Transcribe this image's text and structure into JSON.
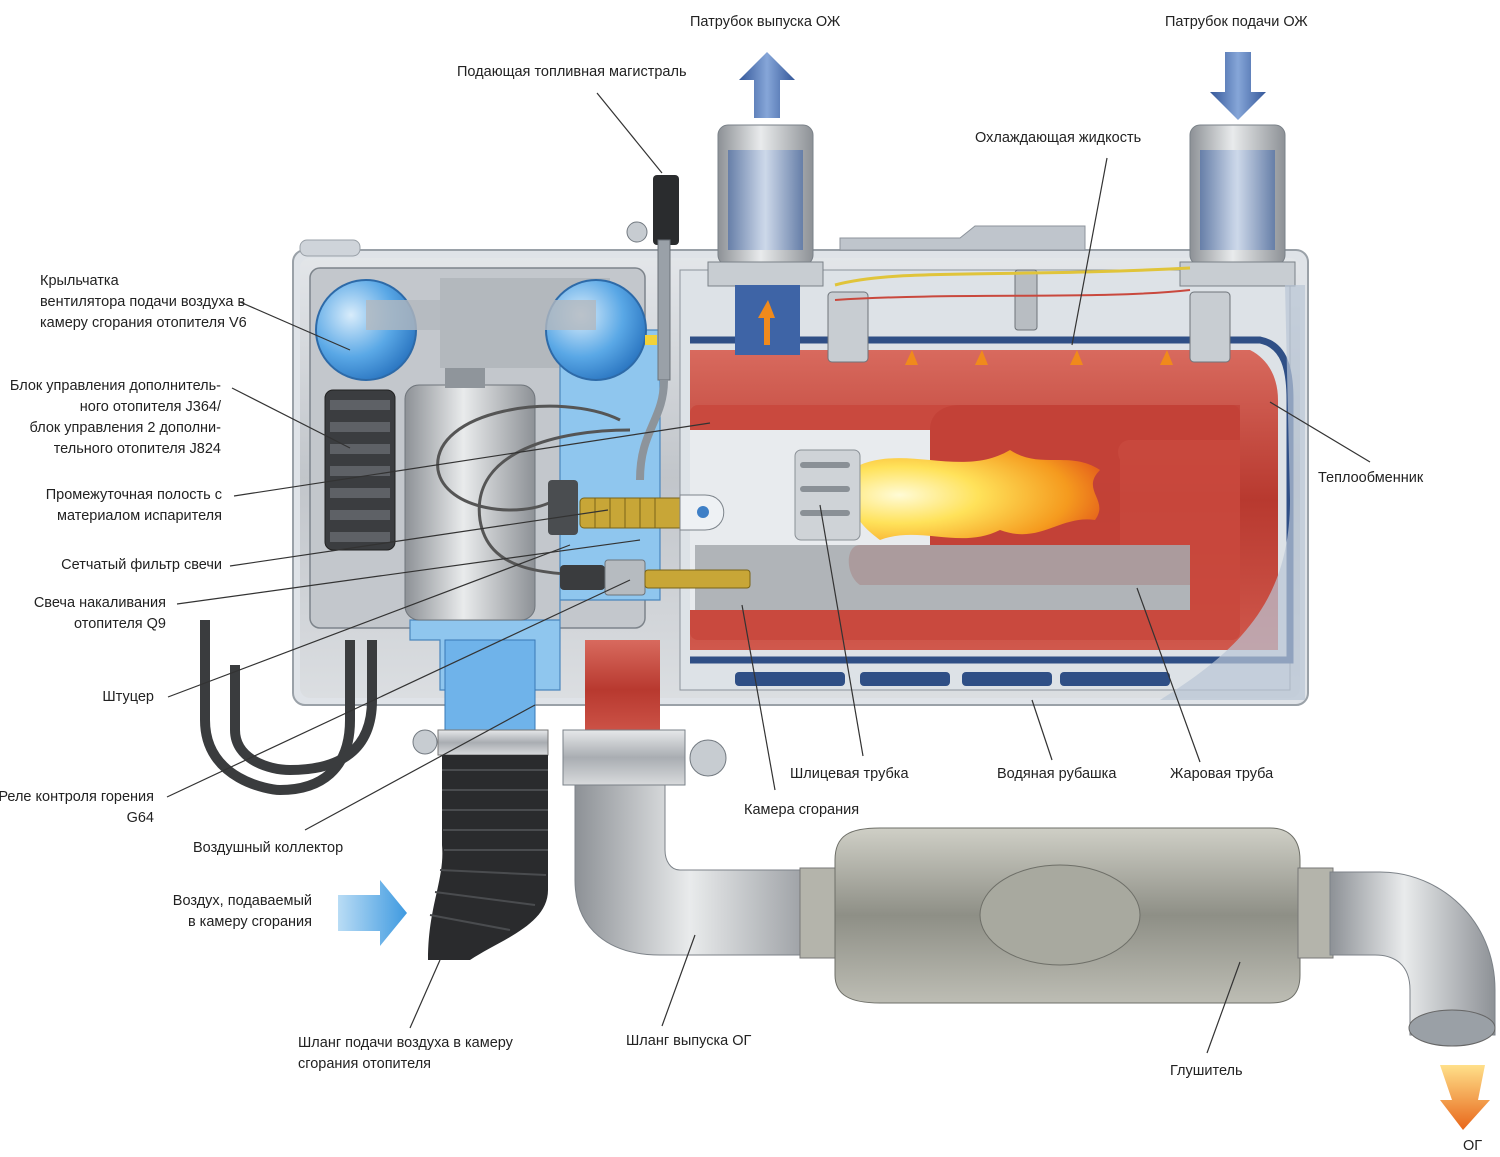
{
  "labels": {
    "coolant_out": "Патрубок выпуска ОЖ",
    "coolant_in": "Патрубок подачи ОЖ",
    "fuel_line": "Подающая топливная магистраль",
    "coolant": "Охлаждающая жидкость",
    "fan": [
      "Крыльчатка",
      "вентилятора подачи воздуха в",
      "камеру сгорания отопителя V6"
    ],
    "control_unit": [
      "Блок управления дополнитель-",
      "ного отопителя J364/",
      "блок управления 2 дополни-",
      "тельного отопителя J824"
    ],
    "cavity": [
      "Промежуточная полость с",
      "материалом испарителя"
    ],
    "plug_filter": "Сетчатый фильтр свечи",
    "glow_plug": [
      "Свеча накаливания",
      "отопителя Q9"
    ],
    "fitting": "Штуцер",
    "flame_relay": [
      "Реле контроля горения",
      "G64"
    ],
    "air_manifold": "Воздушный коллектор",
    "air_in": [
      "Воздух, подаваемый",
      "в камеру сгорания"
    ],
    "air_hose": [
      "Шланг подачи воздуха в камеру",
      "сгорания отопителя"
    ],
    "exhaust_hose": "Шланг выпуска ОГ",
    "muffler": "Глушитель",
    "exhaust_gas": "ОГ",
    "heat_exchanger": "Теплообменник",
    "slotted_tube": "Шлицевая трубка",
    "combustion_chamber": "Камера сгорания",
    "water_jacket": "Водяная рубашка",
    "flame_tube": "Жаровая труба"
  },
  "colors": {
    "coolant_blue": "#3a64a8",
    "flow_arrow": "#5b82c0",
    "hot_red": "#c9483d",
    "flame_yellow": "#ffd23a",
    "metal_grey": "#b9bcc0",
    "air_blue": "#8fc6ee",
    "exhaust_orange": "#f08a1c"
  }
}
